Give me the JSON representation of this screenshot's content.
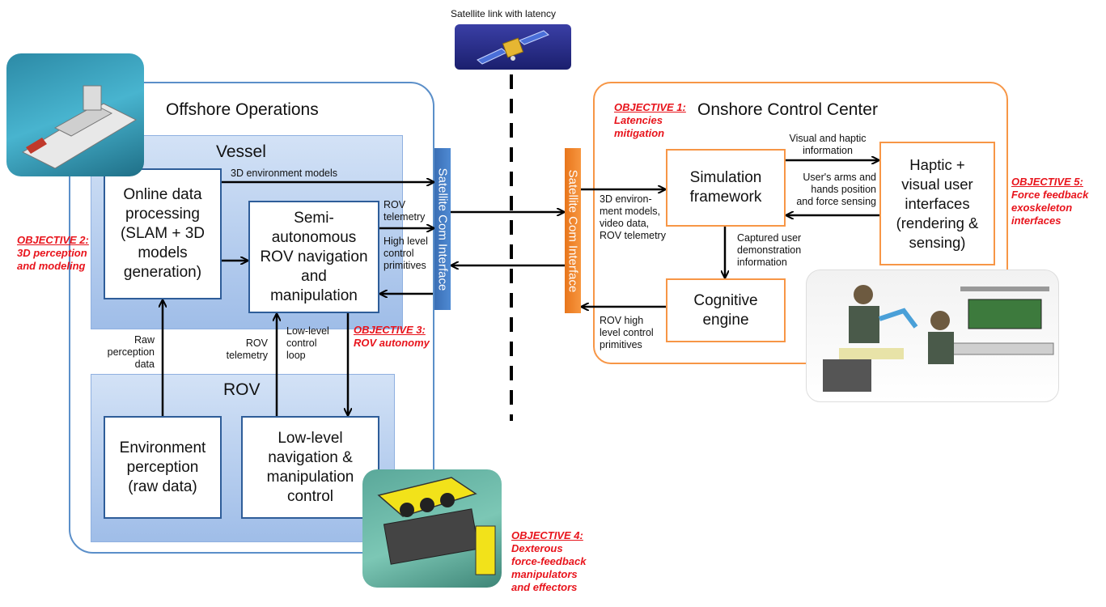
{
  "satellite_link": "Satellite link with latency",
  "offshore": {
    "title": "Offshore Operations",
    "vessel_title": "Vessel",
    "rov_title": "ROV",
    "online_data_processing": "Online data\nprocessing\n(SLAM + 3D\nmodels\ngeneration)",
    "semi_autonomous": "Semi-\nautonomous\nROV navigation\nand\nmanipulation",
    "environment_perception": "Environment\nperception\n(raw data)",
    "low_level_navigation": "Low-level\nnavigation &\nmanipulation\ncontrol",
    "satcom": "Satellite Com Interface"
  },
  "onshore": {
    "title": "Onshore Control Center",
    "simulation_framework": "Simulation\nframework",
    "haptic_interfaces": "Haptic +\nvisual user\ninterfaces\n(rendering &\nsensing)",
    "cognitive_engine": "Cognitive\nengine",
    "satcom": "Satellite Com Interface"
  },
  "labels": {
    "env_models": "3D environment models",
    "rov_telemetry_up": "ROV\ntelemetry",
    "high_level_primitives": "High level\ncontrol\nprimitives",
    "raw_perception": "Raw\nperception\ndata",
    "rov_telemetry_low": "ROV\ntelemetry",
    "low_level_loop": "Low-level\ncontrol\nloop",
    "onshore_in": "3D environ-\nment models,\nvideo data,\nROV telemetry",
    "visual_haptic": "Visual and haptic\ninformation",
    "arms_hands": "User's arms and\nhands position\nand force sensing",
    "captured_demo": "Captured user\ndemonstration\ninformation",
    "rov_high_level": "ROV high\nlevel control\nprimitives"
  },
  "objectives": {
    "o1_head": "OBJECTIVE 1:",
    "o1_body": "Latencies\nmitigation",
    "o2_head": "OBJECTIVE 2:",
    "o2_body": "3D perception\nand modeling",
    "o3_head": "OBJECTIVE 3:",
    "o3_body": "ROV autonomy",
    "o4_head": "OBJECTIVE 4:",
    "o4_body": "Dexterous\nforce-feedback\nmanipulators\nand effectors",
    "o5_head": "OBJECTIVE 5:",
    "o5_body": "Force feedback\nexoskeleton\ninterfaces"
  },
  "colors": {
    "offshore_border": "#5b8fc9",
    "onshore_border": "#f79646",
    "box_border": "#2e5d99",
    "objective_red": "#e8141c"
  }
}
